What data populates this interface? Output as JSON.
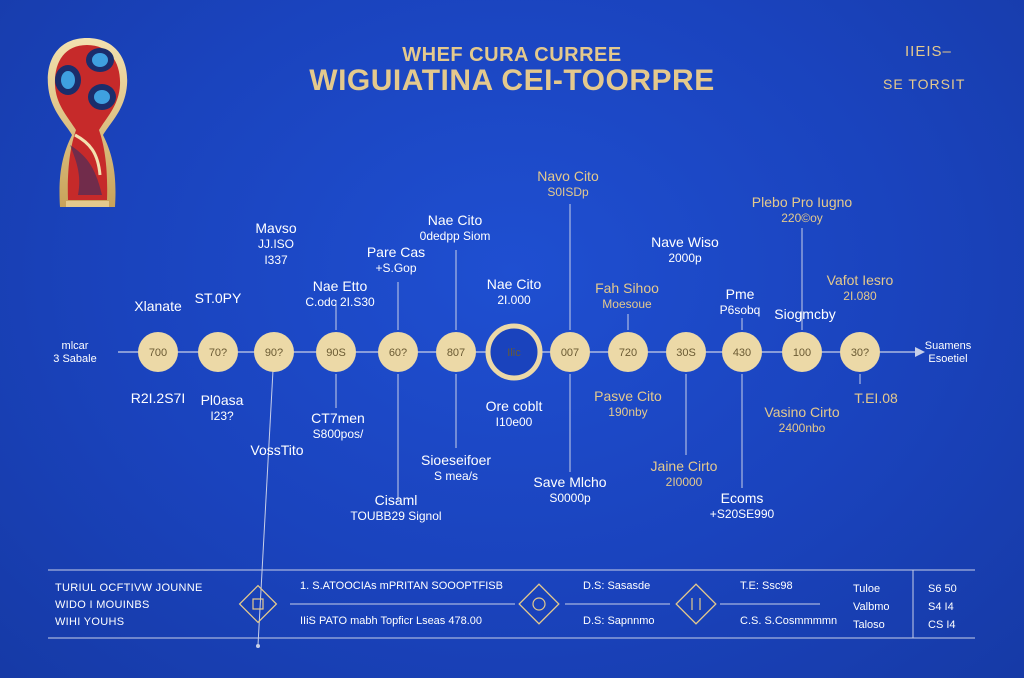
{
  "header": {
    "line1": "WHEF CURA CURREE",
    "line2": "WIGUIATINA CEI-TOORPRE",
    "top_right_1": "IIEIS–",
    "top_right_2": "SE TORSIT"
  },
  "timeline": {
    "left_end": [
      "mlcar",
      "3 Sabale"
    ],
    "right_end": [
      "Suamens",
      "Esoetiel"
    ],
    "nodes": [
      {
        "label": "700",
        "highlight": false
      },
      {
        "label": "70?",
        "highlight": false
      },
      {
        "label": "90?",
        "highlight": false
      },
      {
        "label": "90S",
        "highlight": false
      },
      {
        "label": "60?",
        "highlight": false
      },
      {
        "label": "807",
        "highlight": false
      },
      {
        "label": "Ilic",
        "highlight": true
      },
      {
        "label": "007",
        "highlight": false
      },
      {
        "label": "720",
        "highlight": false
      },
      {
        "label": "30S",
        "highlight": false
      },
      {
        "label": "430",
        "highlight": false
      },
      {
        "label": "100",
        "highlight": false
      },
      {
        "label": "30?",
        "highlight": false
      }
    ],
    "labels_above": [
      {
        "title": "Xlanate",
        "sub": ""
      },
      {
        "title": "ST.0PY",
        "sub": ""
      },
      {
        "title": "Mavso",
        "sub": "JJ.ISO",
        "sub2": "I337"
      },
      {
        "title": "Nae Etto",
        "sub": "C.odc 2I.S30"
      },
      {
        "title": "Pare Cas",
        "sub": "+S.Gop"
      },
      {
        "title": "Nae Cito",
        "sub": "0dedpp Siom"
      },
      {
        "title": "Nae Cito",
        "sub": "2I.000"
      },
      {
        "title": "Navo Cito",
        "sub": "S0ISDp"
      },
      {
        "title": "Fah Sihoo",
        "sub": "Moesoue"
      },
      {
        "title": "Nave Wiso",
        "sub": "2000p"
      },
      {
        "title": "Pme",
        "sub": "P6sobq"
      },
      {
        "title": "Siogmcby",
        "sub": ""
      },
      {
        "title": "Plebo Pro Iugno",
        "sub": "220©oy"
      },
      {
        "title": "Vafot Iesro",
        "sub": "2I.080"
      }
    ],
    "labels_below": [
      {
        "title": "R2I.2S7I",
        "sub": ""
      },
      {
        "title": "Pl0asa",
        "sub": "I23?"
      },
      {
        "title": "VossTito",
        "sub": ""
      },
      {
        "title": "CT7men",
        "sub": "S800pos/"
      },
      {
        "title": "Cisaml",
        "sub": "TOUBB29 Signol"
      },
      {
        "title": "Sioeseifoer",
        "sub": "S mea/s"
      },
      {
        "title": "Ore coblt",
        "sub": "I10e00"
      },
      {
        "title": "Save Mlcho",
        "sub": "S0000p"
      },
      {
        "title": "Pasve Cito",
        "sub": "190nby"
      },
      {
        "title": "Jaine Cirto",
        "sub": "2I0000"
      },
      {
        "title": "Ecoms",
        "sub": "+S20SE990"
      },
      {
        "title": "Vasino Cirto",
        "sub": "2400nbo"
      },
      {
        "title": "T.EI.08",
        "sub": ""
      }
    ]
  },
  "footer": {
    "left_lines": [
      "TURIUL OCFTIVW JOUNNE",
      "WIDO I MOUINBS",
      "WIHI YOUHS"
    ],
    "center_top": "1. S.ATOOCIAs mPRITAN SOOOPTFISB",
    "center_bottom": "IIiS PATO mabh Topficr Lseas 478.00",
    "mid_top": "D.S: Sasasde",
    "mid_bottom": "D.S: Sapnnmo",
    "right_top": "T.E: Ssc98",
    "right_bottom": "C.S. S.Cosmmmmn",
    "col_a": [
      "Tuloe",
      "Valbmo",
      "Taloso"
    ],
    "col_b": [
      "S6 50",
      "S4 I4",
      "CS I4"
    ]
  },
  "colors": {
    "background": "#1a43bd",
    "gold": "#e4c98d",
    "node_fill": "#ecd9a7",
    "line": "#c8cfe8"
  }
}
